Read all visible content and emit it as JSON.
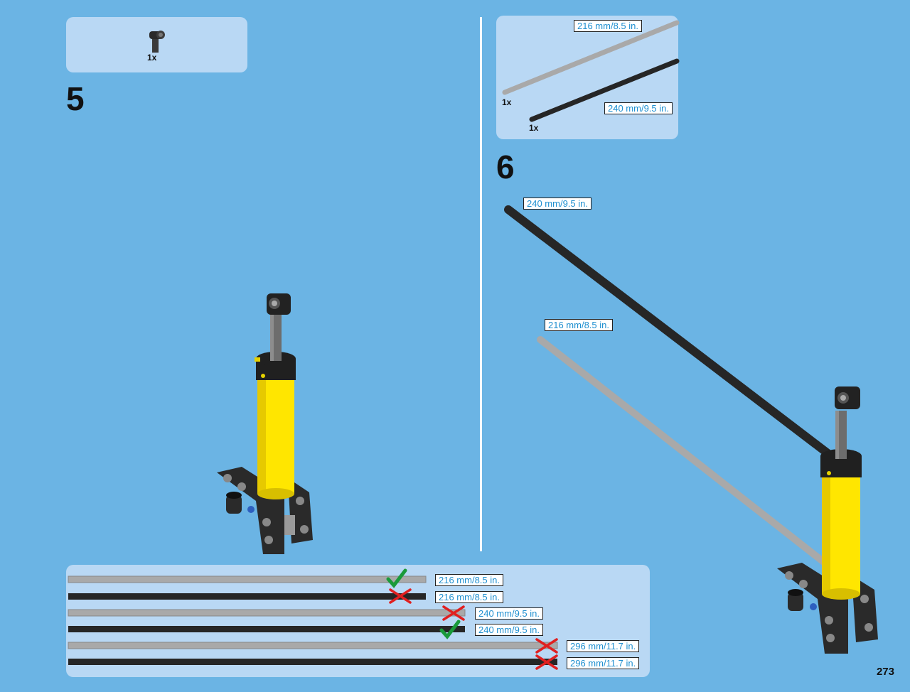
{
  "steps": [
    {
      "number": "5",
      "parts": [
        {
          "name": "angled connector",
          "qty": "1x"
        }
      ]
    },
    {
      "number": "6",
      "parts": [
        {
          "name": "grey axle",
          "qty": "1x",
          "length": "216 mm/8.5 in."
        },
        {
          "name": "black axle",
          "qty": "1x",
          "length": "240 mm/9.5 in."
        }
      ],
      "callouts": [
        {
          "rod": "black",
          "length": "240 mm/9.5 in."
        },
        {
          "rod": "grey",
          "length": "216 mm/8.5 in."
        }
      ]
    }
  ],
  "comparison": [
    {
      "color": "grey",
      "length": "216 mm/8.5 in.",
      "correct": true
    },
    {
      "color": "black",
      "length": "216 mm/8.5 in.",
      "correct": false
    },
    {
      "color": "grey",
      "length": "240 mm/9.5 in.",
      "correct": false
    },
    {
      "color": "black",
      "length": "240 mm/9.5 in.",
      "correct": true
    },
    {
      "color": "grey",
      "length": "296 mm/11.7 in.",
      "correct": false
    },
    {
      "color": "black",
      "length": "296 mm/11.7 in.",
      "correct": false
    }
  ],
  "page_number": "273",
  "colors": {
    "background": "#6bb4e4",
    "panel": "#b9d8f4",
    "grey_axle": "#a9a9a9",
    "black_axle": "#262626",
    "cylinder_yellow": "#ffe600",
    "check": "#1a9a3a",
    "cross": "#e02020",
    "label_text": "#1e8fd0"
  }
}
